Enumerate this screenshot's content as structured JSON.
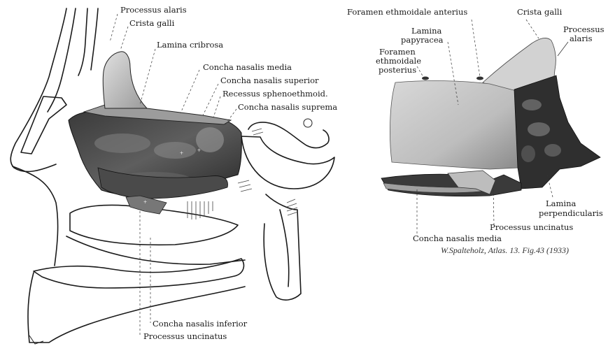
{
  "left_figure": {
    "labels": {
      "processus_alaris": "Processus alaris",
      "crista_galli": "Crista galli",
      "lamina_cribrosa": "Lamina cribrosa",
      "concha_nasalis_media": "Concha nasalis media",
      "concha_nasalis_superior": "Concha nasalis superior",
      "recessus_sphenoethmoid": "Recessus sphenoethmoid.",
      "concha_nasalis_suprema": "Concha nasalis suprema",
      "concha_nasalis_inferior": "Concha nasalis inferior",
      "processus_uncinatus": "Processus uncinatus"
    }
  },
  "right_figure": {
    "labels": {
      "foramen_ethmoidale_anterius": "Foramen ethmoidale anterius",
      "crista_galli": "Crista galli",
      "processus_alaris_line1": "Processus",
      "processus_alaris_line2": "alaris",
      "lamina_papyracea_line1": "Lamina",
      "lamina_papyracea_line2": "papyracea",
      "foramen_posterius_line1": "Foramen",
      "foramen_posterius_line2": "ethmoidale",
      "foramen_posterius_line3": "posterius",
      "lamina_perpendicularis_line1": "Lamina",
      "lamina_perpendicularis_line2": "perpendicularis",
      "processus_uncinatus": "Processus uncinatus",
      "concha_nasalis_media": "Concha nasalis media"
    }
  },
  "caption": "W.Spalteholz, Atlas. 13. Fig.43 (1933)",
  "colors": {
    "bone_dark": "#2a2a2a",
    "bone_mid": "#6e6e6e",
    "bone_light": "#c9c9c9",
    "paper": "#ffffff"
  }
}
